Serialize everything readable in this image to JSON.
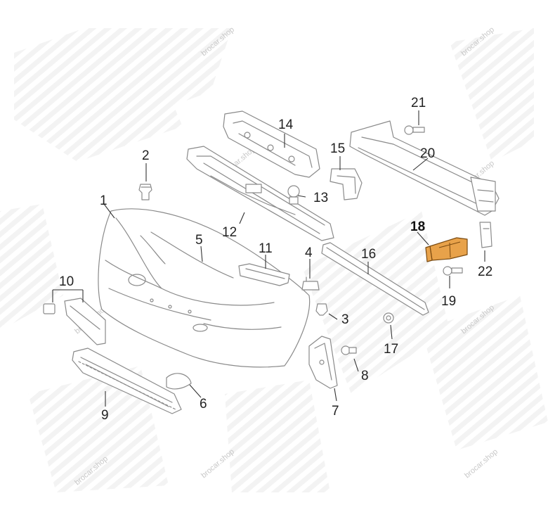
{
  "diagram": {
    "highlight_color": "#e8a24a",
    "watermark": "brocar.shop",
    "labels": [
      {
        "id": "1",
        "text": "1"
      },
      {
        "id": "2",
        "text": "2"
      },
      {
        "id": "3",
        "text": "3"
      },
      {
        "id": "4",
        "text": "4"
      },
      {
        "id": "5",
        "text": "5"
      },
      {
        "id": "6",
        "text": "6"
      },
      {
        "id": "7",
        "text": "7"
      },
      {
        "id": "8",
        "text": "8"
      },
      {
        "id": "9",
        "text": "9"
      },
      {
        "id": "10",
        "text": "10"
      },
      {
        "id": "11",
        "text": "11"
      },
      {
        "id": "12",
        "text": "12"
      },
      {
        "id": "13",
        "text": "13"
      },
      {
        "id": "14",
        "text": "14"
      },
      {
        "id": "15",
        "text": "15"
      },
      {
        "id": "16",
        "text": "16"
      },
      {
        "id": "17",
        "text": "17"
      },
      {
        "id": "18",
        "text": "18"
      },
      {
        "id": "19",
        "text": "19"
      },
      {
        "id": "20",
        "text": "20"
      },
      {
        "id": "21",
        "text": "21"
      },
      {
        "id": "22",
        "text": "22"
      }
    ],
    "highlighted_part": "18"
  }
}
